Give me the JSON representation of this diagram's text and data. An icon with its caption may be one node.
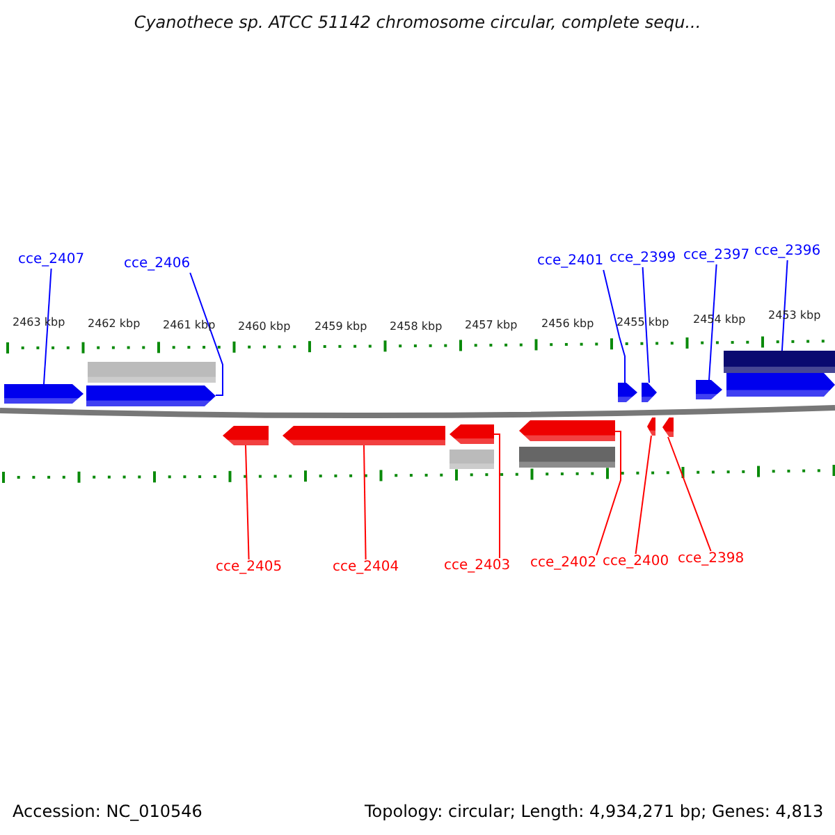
{
  "diagram": {
    "title": "Cyanothece sp. ATCC 51142 chromosome circular, complete sequ...",
    "nodes": [
      {
        "text": [
          "cce_2407"
        ]
      },
      {
        "text": [
          "cce_2406"
        ]
      },
      {
        "text": [
          "cce_2401"
        ]
      },
      {
        "text": [
          "cce_2399"
        ]
      },
      {
        "text": [
          "cce_2397"
        ]
      },
      {
        "text": [
          "cce_2396"
        ]
      },
      {
        "text": [],
        "shape": "bar"
      },
      {
        "text": [],
        "shape": "bar"
      },
      {
        "text": [],
        "shape": "box"
      },
      {
        "text": [],
        "shape": "box"
      },
      {
        "text": [],
        "shape": "box"
      },
      {
        "text": [],
        "shape": "box"
      },
      {
        "text": [],
        "shape": "box"
      },
      {
        "text": [],
        "shape": "box"
      },
      {
        "text": [],
        "shape": "box"
      },
      {
        "text": [],
        "shape": "box"
      },
      {
        "text": [],
        "shape": "box"
      },
      {
        "text": [],
        "shape": "box"
      },
      {
        "text": [],
        "shape": "box"
      },
      {
        "text": [],
        "shape": "box"
      },
      {
        "text": [],
        "shape": "bar"
      },
      {
        "text": [],
        "shape": "bar"
      },
      {
        "text": [
          "cce_2405"
        ]
      },
      {
        "text": [
          "cce_2404"
        ]
      },
      {
        "text": [
          "cce_2403"
        ]
      },
      {
        "text": [
          "cce_2402"
        ]
      },
      {
        "text": [
          "cce_2400"
        ]
      },
      {
        "text": [
          "cce_2398"
        ]
      }
    ],
    "edges": [
      {
        "from": 0,
        "to": 8,
        "arrow": "none"
      },
      {
        "from": 1,
        "to": 9,
        "arrow": "none"
      },
      {
        "from": 2,
        "to": 10,
        "arrow": "none"
      },
      {
        "from": 3,
        "to": 11,
        "arrow": "none"
      },
      {
        "from": 4,
        "to": 12,
        "arrow": "none"
      },
      {
        "from": 5,
        "to": 13,
        "arrow": "none"
      },
      {
        "from": 22,
        "to": 14,
        "arrow": "none",
        "color": "#ff0000"
      },
      {
        "from": 23,
        "to": 15,
        "arrow": "none",
        "color": "#ff0000"
      },
      {
        "from": 24,
        "to": 16,
        "arrow": "none",
        "color": "#ff0000"
      },
      {
        "from": 25,
        "to": 17,
        "arrow": "none",
        "color": "#ff0000"
      },
      {
        "from": 26,
        "to": 18,
        "arrow": "none",
        "color": "#ff0000"
      },
      {
        "from": 27,
        "to": 19,
        "arrow": "none",
        "color": "#ff0000"
      }
    ],
    "labels": [
      "2463 kbp",
      "2462 kbp",
      "2461 kbp",
      "2460 kbp",
      "2459 kbp",
      "2458 kbp",
      "2457 kbp",
      "2456 kbp",
      "2455 kbp",
      "2454 kbp",
      "2453 kbp",
      "Accession: NC_010546",
      "Topology: circular; Length: 4,934,271 bp; Genes: 4,813"
    ]
  }
}
